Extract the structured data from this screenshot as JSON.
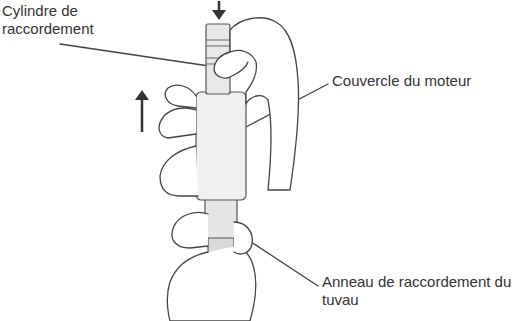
{
  "diagram": {
    "labels": [
      "Cylindre de raccordement",
      "Couvercle du moteur",
      "Anneau de raccordement du tuvau"
    ]
  }
}
